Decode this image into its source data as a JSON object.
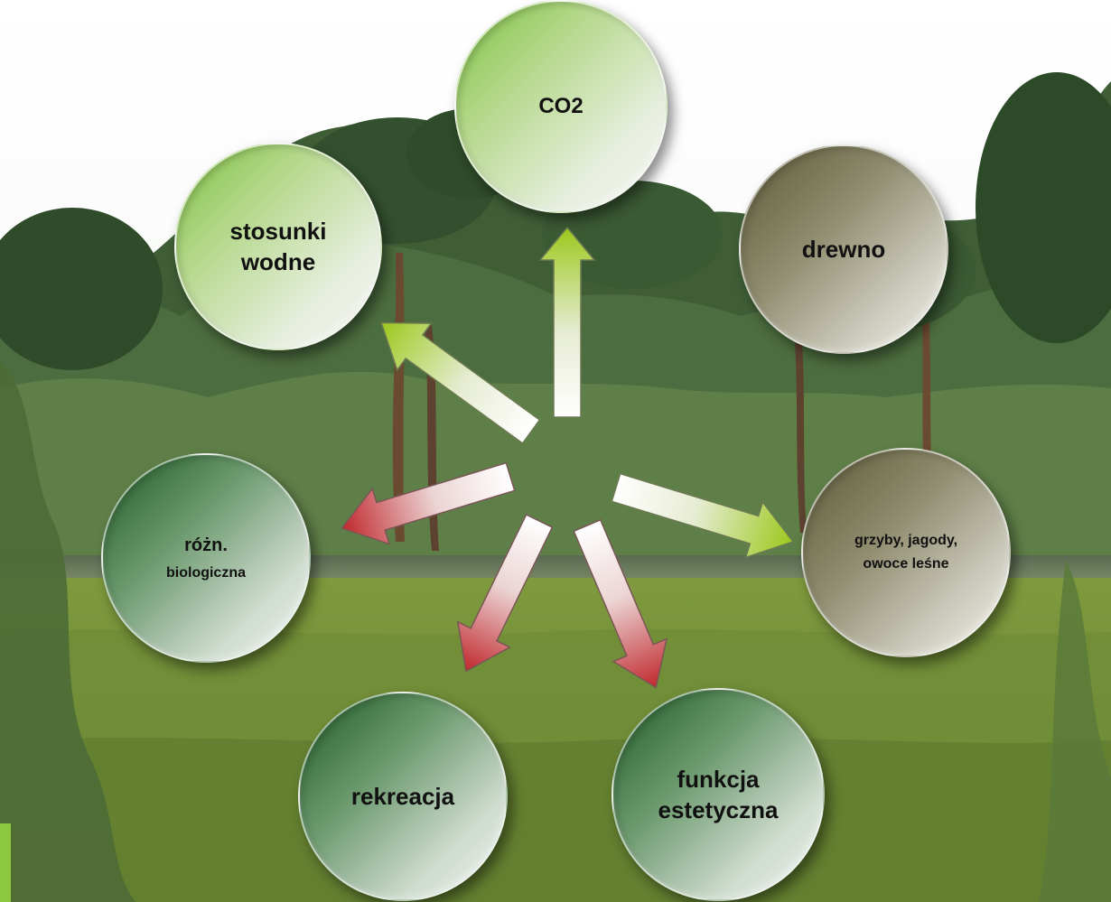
{
  "nodes": {
    "co2": {
      "label": "CO2"
    },
    "stosunki_wodne": {
      "line1": "stosunki",
      "line2": "wodne"
    },
    "drewno": {
      "label": "drewno"
    },
    "grzyby": {
      "line1": "grzyby, jagody,",
      "line2": "owoce leśne"
    },
    "roznorodnosc": {
      "line1": "różn.",
      "line2": "biologiczna"
    },
    "rekreacja": {
      "label": "rekreacja"
    },
    "funkcja_estetyczna": {
      "line1": "funkcja",
      "line2": "estetyczna"
    }
  },
  "arrows": [
    {
      "to": "CO2",
      "color": "green"
    },
    {
      "to": "stosunki wodne",
      "color": "green"
    },
    {
      "to": "grzyby, jagody, owoce leśne",
      "color": "green"
    },
    {
      "to": "różn. biologiczna",
      "color": "red"
    },
    {
      "to": "rekreacja",
      "color": "red"
    },
    {
      "to": "funkcja estetyczna",
      "color": "red"
    }
  ],
  "colors": {
    "green_arrow": "#a8d224",
    "red_arrow": "#c0282d",
    "light_green_node": "#7fc241",
    "olive_node": "#5d5a38",
    "dark_green_node": "#1e5a25"
  },
  "background": {
    "scene": "forest and bog landscape photo"
  }
}
